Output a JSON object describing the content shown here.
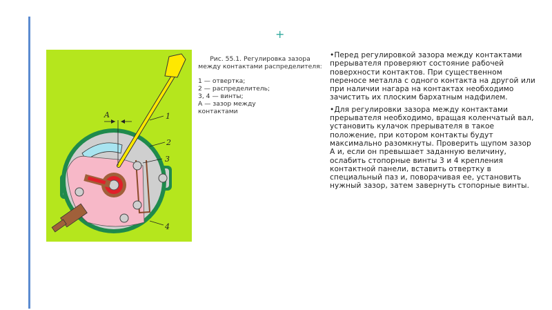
{
  "decor": {
    "plus": "+"
  },
  "figure": {
    "labels": {
      "gap": "A",
      "n1": "1",
      "n2": "2",
      "n3": "3",
      "n4": "4"
    },
    "colors": {
      "background": "#b5e61d",
      "housing": "#1f8a4c",
      "plate": "#f7b8c8",
      "metal": "#cfcfcf",
      "screwdriver": "#ffe800",
      "cam": "#e0202a",
      "terminal": "#a0603a",
      "scale": "#a8e4f0"
    }
  },
  "caption": {
    "title": "Рис. 55.1. Регулировка зазора между контактами распределителя:",
    "legend": [
      "1 — отвертка;",
      "2 — распределитель;",
      "3, 4 — винты;",
      "А — зазор между",
      "контактами"
    ]
  },
  "body": {
    "paragraphs": [
      "•Перед регулировкой зазора между контактами прерывателя проверяют состояние рабочей поверхности контактов. При существенном переносе металла с одного контакта на другой или при наличии нагара на контактах необходимо зачистить их плоским бархатным надфилем.",
      "•Для регулировки зазора между контактами прерывателя необходимо, вращая коленчатый вал, установить кулачок прерывателя в такое положение, при котором контакты будут максимально разомкнуты. Проверить щупом зазор А и, если он превышает заданную величину, ослабить стопорные винты 3 и 4 крепления контактной панели, вставить отвертку в специальный паз и, поворачивая ее, установить нужный зазор, затем завернуть стопорные винты."
    ]
  }
}
